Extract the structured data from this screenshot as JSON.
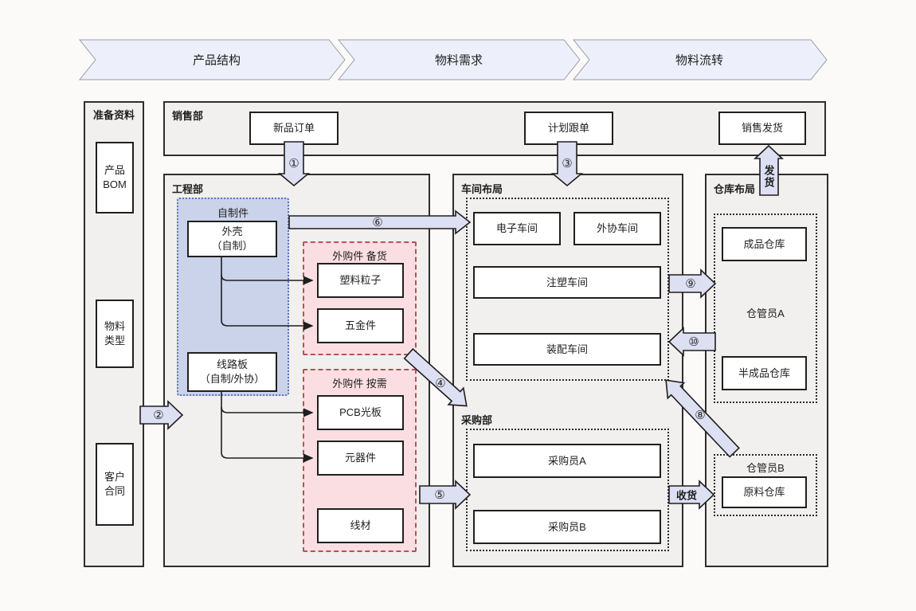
{
  "chevrons": {
    "items": [
      {
        "label": "产品结构"
      },
      {
        "label": "物料需求"
      },
      {
        "label": "物料流转"
      }
    ]
  },
  "prepare": {
    "title": "准备资料",
    "items": [
      {
        "label": "产品\nBOM"
      },
      {
        "label": "物料\n类型"
      },
      {
        "label": "客户\n合同"
      }
    ]
  },
  "sales": {
    "title": "销售部",
    "orders": "新品订单",
    "tracking": "计划跟单",
    "shipping": "销售发货"
  },
  "engineering": {
    "title": "工程部",
    "self_made": {
      "title": "自制件",
      "shell": "外壳\n（自制）",
      "pcb_board": "线路板\n（自制/外协）"
    },
    "purchased_stock": {
      "title": "外购件 备货",
      "items": [
        {
          "label": "塑料粒子"
        },
        {
          "label": "五金件"
        }
      ]
    },
    "purchased_demand": {
      "title": "外购件 按需",
      "items": [
        {
          "label": "PCB光板"
        },
        {
          "label": "元器件"
        },
        {
          "label": "线材"
        }
      ]
    }
  },
  "workshop": {
    "title": "车间布局",
    "electronic": "电子车间",
    "outsourcing": "外协车间",
    "injection": "注塑车间",
    "assembly": "装配车间"
  },
  "purchasing": {
    "title": "采购部",
    "buyer_a": "采购员A",
    "buyer_b": "采购员B"
  },
  "warehouse": {
    "title": "仓库布局",
    "keeper_a": {
      "label": "仓管员A",
      "finished": "成品仓库",
      "semi_finished": "半成品仓库"
    },
    "keeper_b": {
      "label": "仓管员B",
      "raw": "原料仓库"
    }
  },
  "flows": {
    "n1": "①",
    "n2": "②",
    "n3": "③",
    "n4": "④",
    "n5": "⑤",
    "n6": "⑥",
    "n8": "⑧",
    "n9": "⑨",
    "n10": "⑩",
    "ship": "发货",
    "receive": "收货"
  },
  "colors": {
    "arrow_fill": "#dddff2",
    "chevron_fill": "#edf0fa",
    "self_made_fill": "#cbd3eb",
    "purchased_fill": "#fbdee2",
    "container_fill": "#f1f0ee"
  }
}
